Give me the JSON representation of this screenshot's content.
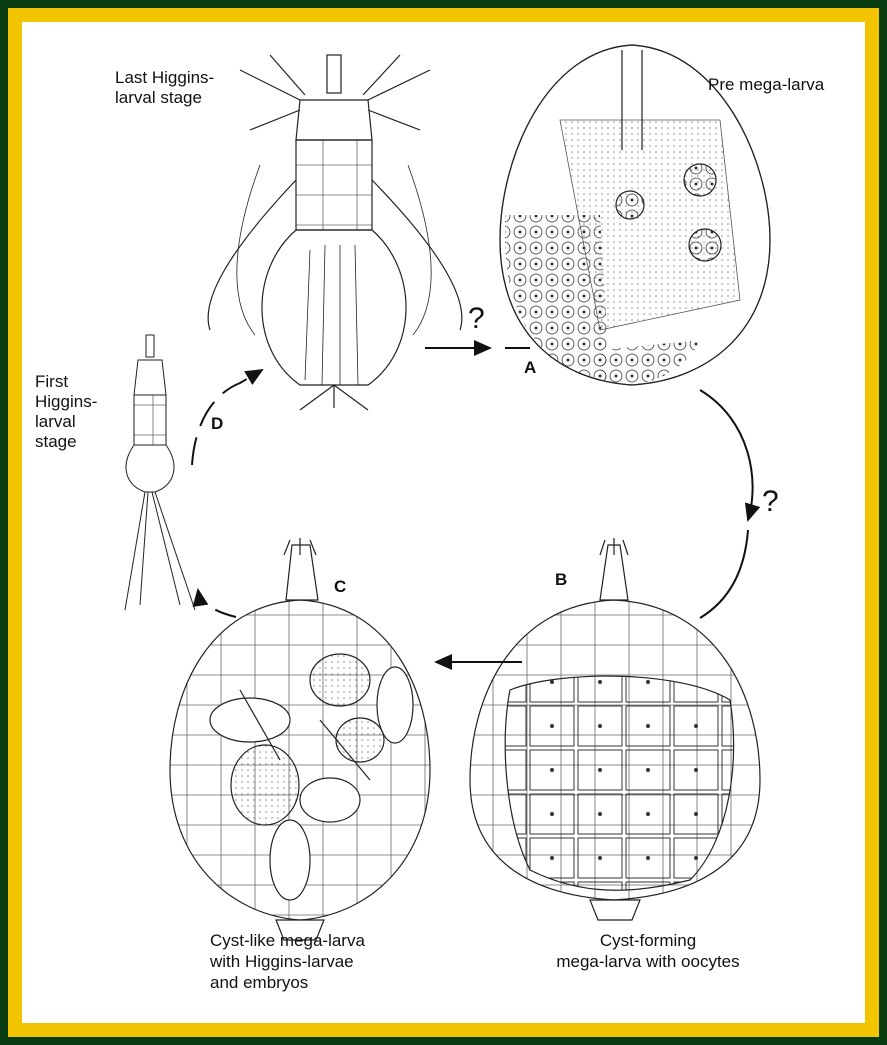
{
  "labels": {
    "last_higgins": "Last Higgins-\nlarval stage",
    "pre_mega": "Pre mega-larva",
    "first_higgins": "First\nHiggins-\nlarval\nstage",
    "cyst_like": "Cyst-like mega-larva\nwith Higgins-larvae\n and embryos",
    "cyst_forming": "Cyst-forming\nmega-larva with oocytes"
  },
  "letters": {
    "a": "A",
    "b": "B",
    "c": "C",
    "d": "D"
  },
  "question_marks": {
    "q1": "?",
    "q2": "?"
  },
  "colors": {
    "background": "#0a3d12",
    "frame": "#f2c400",
    "panel": "#ffffff",
    "ink": "#111111"
  }
}
